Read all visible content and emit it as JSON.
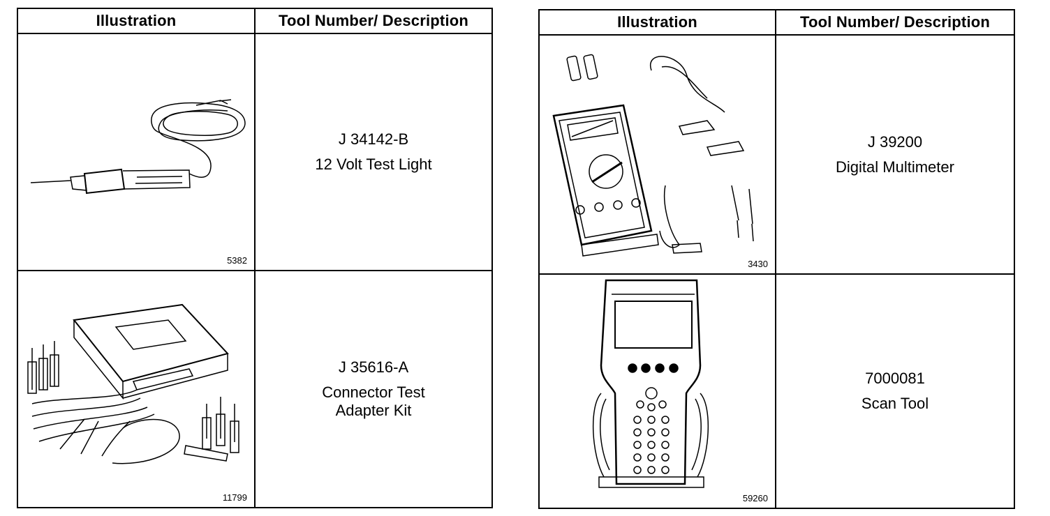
{
  "left_table": {
    "header": {
      "illustration": "Illustration",
      "tool": "Tool Number/ Description"
    },
    "rows": [
      {
        "figure_no": "5382",
        "tool_number": "J 34142-B",
        "description_lines": [
          "12 Volt Test Light"
        ],
        "icon": "test-light-icon"
      },
      {
        "figure_no": "11799",
        "tool_number": "J 35616-A",
        "description_lines": [
          "Connector Test",
          "Adapter Kit"
        ],
        "icon": "connector-kit-icon"
      }
    ]
  },
  "right_table": {
    "header": {
      "illustration": "Illustration",
      "tool": "Tool Number/ Description"
    },
    "rows": [
      {
        "figure_no": "3430",
        "tool_number": "J 39200",
        "description_lines": [
          "Digital Multimeter"
        ],
        "icon": "multimeter-icon"
      },
      {
        "figure_no": "59260",
        "tool_number": "7000081",
        "description_lines": [
          "Scan Tool"
        ],
        "icon": "scan-tool-icon"
      }
    ]
  }
}
